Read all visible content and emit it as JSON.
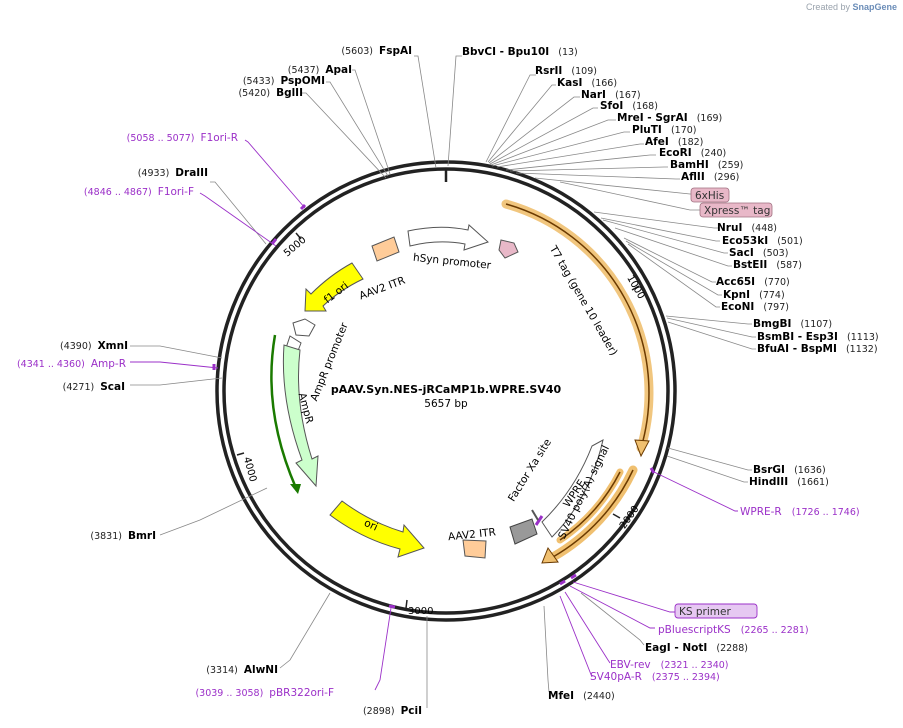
{
  "watermark": {
    "prefix": "Created by",
    "brand": "SnapGene"
  },
  "plasmid": {
    "name": "pAAV.Syn.NES-jRCaMP1b.WPRE.SV40",
    "size": "5657 bp"
  },
  "ticks": [
    "1000",
    "2000",
    "3000",
    "4000",
    "5000"
  ],
  "enzymes_right": [
    {
      "name": "BbvCI  -  Bpu10I",
      "pos": "(13)"
    },
    {
      "name": "RsrII",
      "pos": "(109)"
    },
    {
      "name": "KasI",
      "pos": "(166)"
    },
    {
      "name": "NarI",
      "pos": "(167)"
    },
    {
      "name": "SfoI",
      "pos": "(168)"
    },
    {
      "name": "MreI  -  SgrAI",
      "pos": "(169)"
    },
    {
      "name": "PluTI",
      "pos": "(170)"
    },
    {
      "name": "AfeI",
      "pos": "(182)"
    },
    {
      "name": "EcoRI",
      "pos": "(240)"
    },
    {
      "name": "BamHI",
      "pos": "(259)"
    },
    {
      "name": "AflII",
      "pos": "(296)"
    },
    {
      "name": "NruI",
      "pos": "(448)"
    },
    {
      "name": "Eco53kI",
      "pos": "(501)"
    },
    {
      "name": "SacI",
      "pos": "(503)"
    },
    {
      "name": "BstEII",
      "pos": "(587)"
    },
    {
      "name": "Acc65I",
      "pos": "(770)"
    },
    {
      "name": "KpnI",
      "pos": "(774)"
    },
    {
      "name": "EcoNI",
      "pos": "(797)"
    },
    {
      "name": "BmgBI",
      "pos": "(1107)"
    },
    {
      "name": "BsmBI  -  Esp3I",
      "pos": "(1113)"
    },
    {
      "name": "BfuAI  -  BspMI",
      "pos": "(1132)"
    },
    {
      "name": "BsrGI",
      "pos": "(1636)"
    },
    {
      "name": "HindIII",
      "pos": "(1661)"
    },
    {
      "name": "EagI  -  NotI",
      "pos": "(2288)"
    },
    {
      "name": "MfeI",
      "pos": "(2440)"
    }
  ],
  "enzymes_left": [
    {
      "name": "FspAI",
      "pos": "(5603)"
    },
    {
      "name": "ApaI",
      "pos": "(5437)"
    },
    {
      "name": "PspOMI",
      "pos": "(5433)"
    },
    {
      "name": "BglII",
      "pos": "(5420)"
    },
    {
      "name": "DraIII",
      "pos": "(4933)"
    },
    {
      "name": "XmnI",
      "pos": "(4390)"
    },
    {
      "name": "ScaI",
      "pos": "(4271)"
    },
    {
      "name": "BmrI",
      "pos": "(3831)"
    },
    {
      "name": "AlwNI",
      "pos": "(3314)"
    },
    {
      "name": "PciI",
      "pos": "(2898)"
    }
  ],
  "primers": [
    {
      "name": "F1ori-R",
      "pos": "(5058 .. 5077)"
    },
    {
      "name": "F1ori-F",
      "pos": "(4846 .. 4867)"
    },
    {
      "name": "Amp-R",
      "pos": "(4341 .. 4360)"
    },
    {
      "name": "WPRE-R",
      "pos": "(1726 .. 1746)"
    },
    {
      "name": "KS primer",
      "pos": ""
    },
    {
      "name": "pBluescriptKS",
      "pos": "(2265 .. 2281)"
    },
    {
      "name": "EBV-rev",
      "pos": "(2321 .. 2340)"
    },
    {
      "name": "SV40pA-R",
      "pos": "(2375 .. 2394)"
    },
    {
      "name": "pBR322ori-F",
      "pos": "(3039 .. 3058)"
    }
  ],
  "tags": [
    "6xHis",
    "Xpress™ tag"
  ],
  "features": {
    "hsyn": "hSyn promoter",
    "t7": "T7 tag (gene 10 leader)",
    "aav_top": "AAV2 ITR",
    "f1ori": "f1 ori",
    "ampr_promoter": "AmpR promoter",
    "ampr": "AmpR",
    "ori": "ori",
    "aav_bottom": "AAV2 ITR",
    "sv40": "SV40 poly(A) signal",
    "wpre": "WPRE",
    "factor_xa": "Factor Xa site"
  },
  "colors": {
    "backbone": "#222222",
    "primer": "#9b30c8",
    "yellow_feature": "#ffff00",
    "ori_green": "#ccffcc",
    "itr": "#ffcc99",
    "cds_highlight": "#f0c070",
    "tag_fill": "#e8b8c8",
    "polyA": "#999999"
  }
}
